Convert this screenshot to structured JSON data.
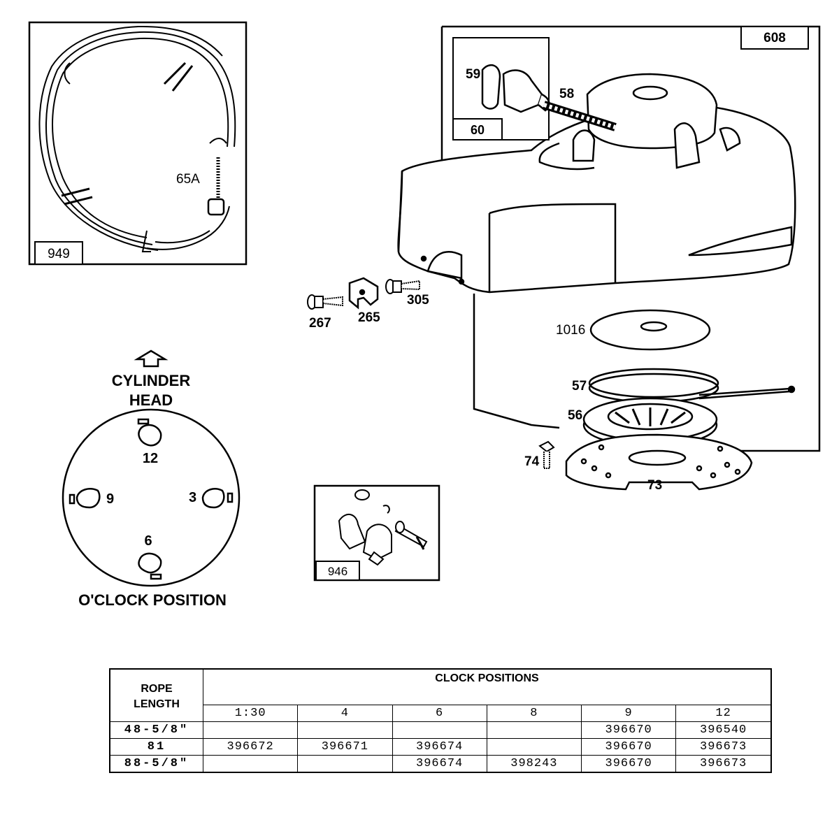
{
  "callouts": {
    "box_949": "949",
    "part_65a": "65A",
    "box_608": "608",
    "box_60": "60",
    "part_59": "59",
    "part_58": "58",
    "part_267": "267",
    "part_265": "265",
    "part_305": "305",
    "part_1016": "1016",
    "part_57": "57",
    "part_56": "56",
    "part_74": "74",
    "part_73": "73",
    "box_946": "946"
  },
  "clock_diagram": {
    "heading_line1": "CYLINDER",
    "heading_line2": "HEAD",
    "pos_12": "12",
    "pos_9": "9",
    "pos_3": "3",
    "pos_6": "6",
    "caption": "O'CLOCK POSITION"
  },
  "table": {
    "rope_header_line1": "ROPE",
    "rope_header_line2": "LENGTH",
    "clock_header": "CLOCK POSITIONS",
    "columns": [
      "1:30",
      "4",
      "6",
      "8",
      "9",
      "12"
    ],
    "rows": [
      {
        "length": "48-5/8\"",
        "cells": [
          "",
          "",
          "",
          "",
          "396670",
          "396540"
        ]
      },
      {
        "length": "81",
        "cells": [
          "396672",
          "396671",
          "396674",
          "",
          "396670",
          "396673"
        ]
      },
      {
        "length": "88-5/8\"",
        "cells": [
          "",
          "",
          "396674",
          "398243",
          "396670",
          "396673"
        ]
      }
    ]
  }
}
